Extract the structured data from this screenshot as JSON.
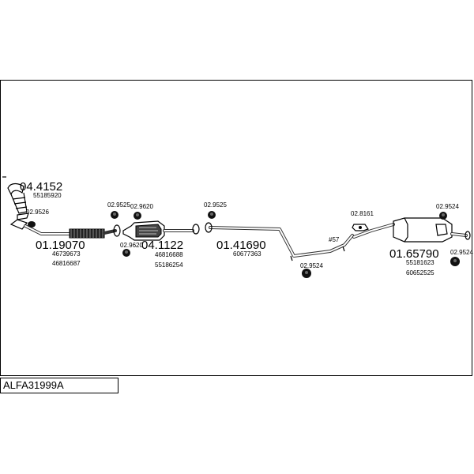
{
  "diagram": {
    "code": "ALFA31999A",
    "parts": [
      {
        "number": "04.4152",
        "refs": [
          "55185920"
        ]
      },
      {
        "number": "01.19070",
        "refs": [
          "46739673",
          "46816687"
        ]
      },
      {
        "number": "04.1122",
        "refs": [
          "46816688",
          "55186254"
        ]
      },
      {
        "number": "01.41690",
        "refs": [
          "60677363"
        ]
      },
      {
        "number": "01.65790",
        "refs": [
          "55181623",
          "60652525"
        ]
      }
    ],
    "accessories": {
      "a1": "02.9526",
      "a2": "02.9525",
      "a3": "02.9620",
      "a4": "02.9620",
      "a5": "02.9525",
      "a6": "02.9524",
      "a7": "02.8161",
      "a8": "02.9524",
      "a9": "02.9524",
      "a10": "#57"
    }
  }
}
